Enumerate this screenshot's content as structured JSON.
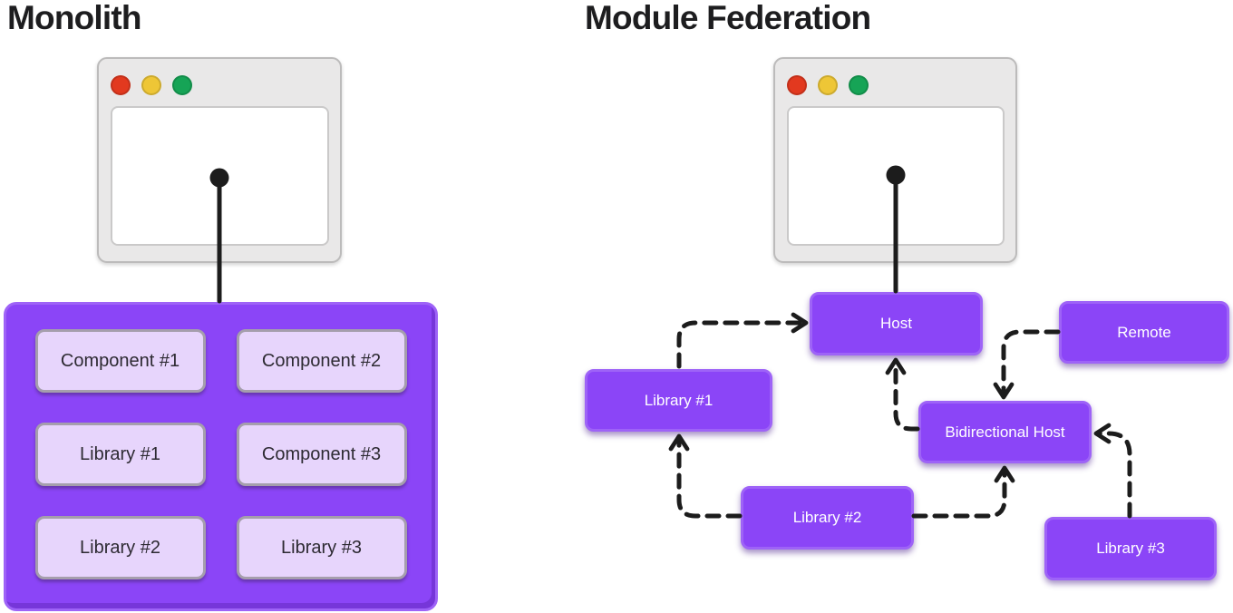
{
  "titles": {
    "monolith": "Monolith",
    "federation": "Module Federation"
  },
  "monolith": {
    "modules": [
      "Component #1",
      "Component #2",
      "Library #1",
      "Component #3",
      "Library #2",
      "Library #3"
    ]
  },
  "federation": {
    "nodes": [
      {
        "id": "host",
        "label": "Host"
      },
      {
        "id": "remote",
        "label": "Remote"
      },
      {
        "id": "library-1",
        "label": "Library #1"
      },
      {
        "id": "bidirectional-host",
        "label": "Bidirectional Host"
      },
      {
        "id": "library-2",
        "label": "Library #2"
      },
      {
        "id": "library-3",
        "label": "Library #3"
      }
    ],
    "edges": [
      {
        "from": "library-1",
        "to": "host"
      },
      {
        "from": "bidirectional-host",
        "to": "host"
      },
      {
        "from": "remote",
        "to": "bidirectional-host"
      },
      {
        "from": "library-2",
        "to": "bidirectional-host"
      },
      {
        "from": "library-3",
        "to": "bidirectional-host"
      },
      {
        "from": "library-2",
        "to": "library-1"
      }
    ]
  },
  "browser_windows": {
    "traffic_lights": [
      "close",
      "minimize",
      "zoom"
    ]
  },
  "colors": {
    "purple": "#8b45f7",
    "purple_border": "#9e63f7",
    "purple_dark": "#6f2fd0",
    "module_bg": "#e7d5fc",
    "module_border": "#a59eac",
    "text_dark": "#2d2a32",
    "title": "#1d1d1f",
    "line": "#1c1c1c",
    "chrome": "#e9e8e8",
    "chrome_border": "#bcbbbb",
    "viewport_border": "#cac9c9",
    "red": "#e2391f",
    "yellow": "#eec636",
    "green": "#16a456"
  }
}
